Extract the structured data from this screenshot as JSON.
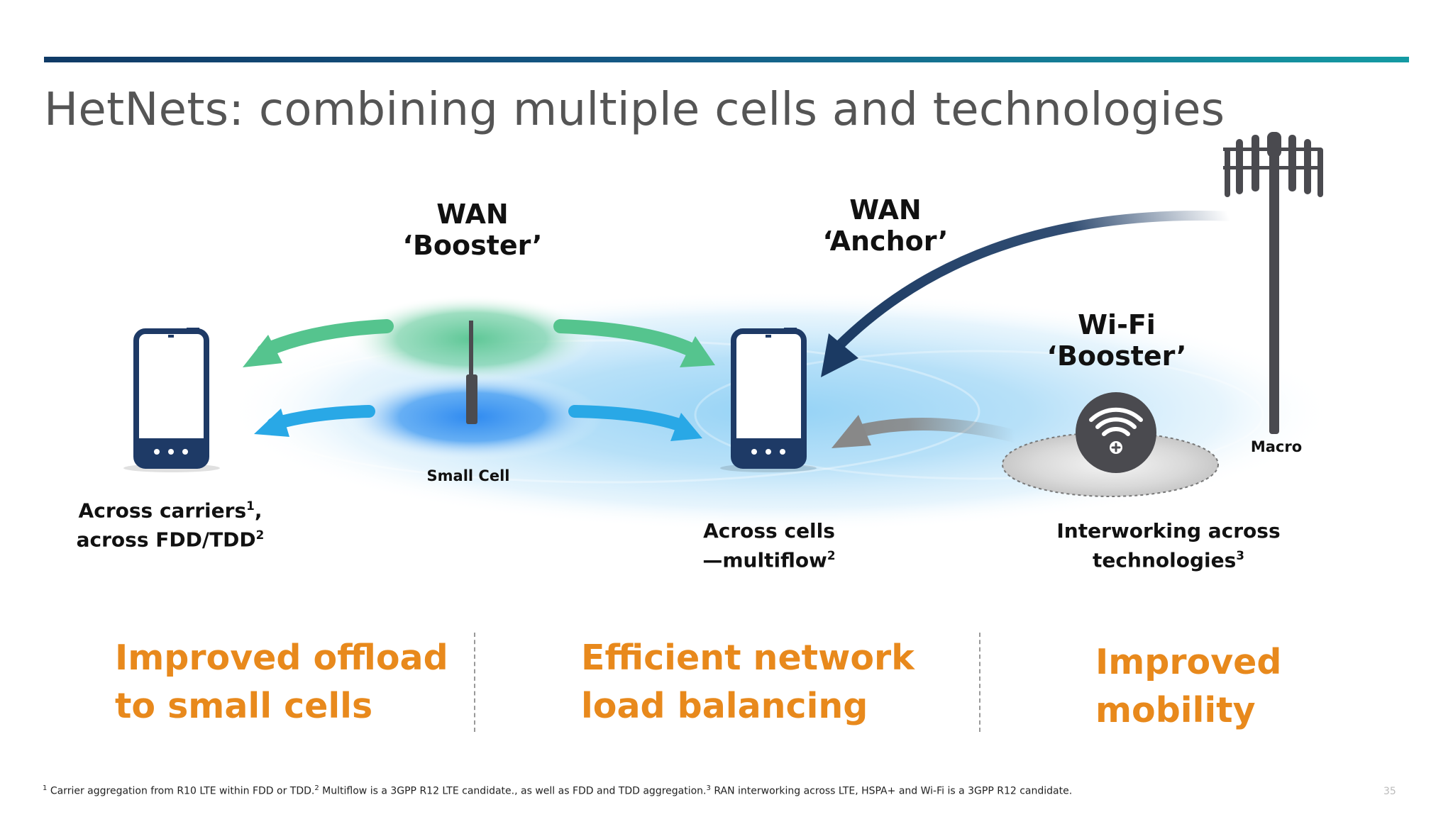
{
  "title": "HetNets: combining multiple cells and technologies",
  "labels": {
    "wan_booster_line1": "WAN",
    "wan_booster_line2": "‘Booster’",
    "wan_anchor_line1": "WAN",
    "wan_anchor_line2": "‘Anchor’",
    "wifi_booster_line1": "Wi-Fi",
    "wifi_booster_line2": "‘Booster’",
    "small_cell": "Small Cell",
    "macro": "Macro"
  },
  "captions": {
    "left_line1": "Across carriers",
    "left_line1_sup": "1",
    "left_line1_suffix": ",",
    "left_line2": "across FDD/TDD",
    "left_line2_sup": "2",
    "middle_line1": "Across cells",
    "middle_line2": "—multiflow",
    "middle_line2_sup": "2",
    "right_line1": "Interworking across",
    "right_line2": "technologies",
    "right_line2_sup": "3"
  },
  "benefits": {
    "left_line1": "Improved offload",
    "left_line2": "to small cells",
    "middle_line1": "Efficient network",
    "middle_line2": "load balancing",
    "right_line1": "Improved",
    "right_line2": "mobility"
  },
  "footnote": {
    "m1": "1",
    "t1": " Carrier aggregation from R10 LTE within FDD or TDD.",
    "m2": "2",
    "t2": " Multiflow is a 3GPP R12 LTE candidate., as well as FDD and TDD aggregation.",
    "m3": "3",
    "t3": " RAN interworking across LTE, HSPA+ and Wi-Fi is a 3GPP R12 candidate."
  },
  "page_number": "35",
  "icons": [
    "smartphone-icon",
    "small-cell-antenna-icon",
    "macro-tower-icon",
    "wifi-icon"
  ],
  "colors": {
    "title": "#555555",
    "accent_bar_start": "#0f3a66",
    "accent_bar_end": "#149aa3",
    "benefit": "#e8891c",
    "phone": "#1e3a66",
    "green_arrow": "#55c48e",
    "blue_arrow": "#29a8e6",
    "anchor_arrow": "#1b3a63",
    "grey_arrow": "#888888",
    "tower": "#4a4a4f"
  }
}
